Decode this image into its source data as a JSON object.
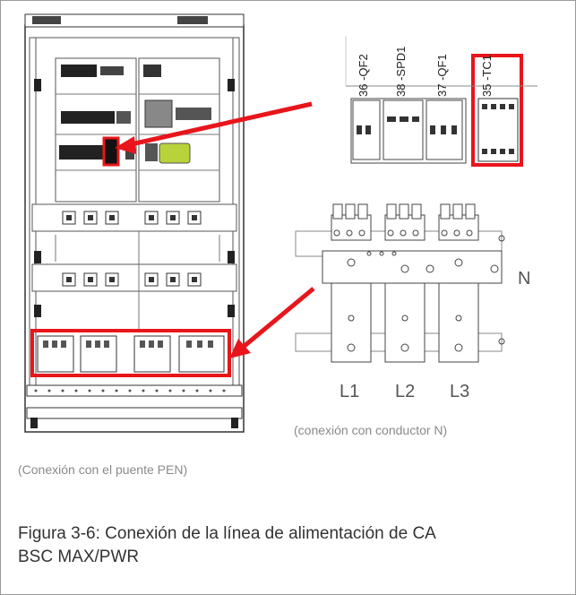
{
  "breakers": {
    "labels": [
      "36 -QF2",
      "38 -SPD1",
      "37 -QF1",
      "35 -TC1"
    ]
  },
  "busbar": {
    "n_label": "N",
    "phases": [
      "L1",
      "L2",
      "L3"
    ],
    "caption": "(conexión con conductor N)"
  },
  "cabinet": {
    "caption": "(Conexión con el puente PEN)"
  },
  "figure": {
    "caption_line1": "Figura 3-6: Conexión de la línea de alimentación de CA",
    "caption_line2": "BSC MAX/PWR"
  },
  "colors": {
    "highlight": "#e8151b",
    "module_green": "#b8d23a"
  }
}
